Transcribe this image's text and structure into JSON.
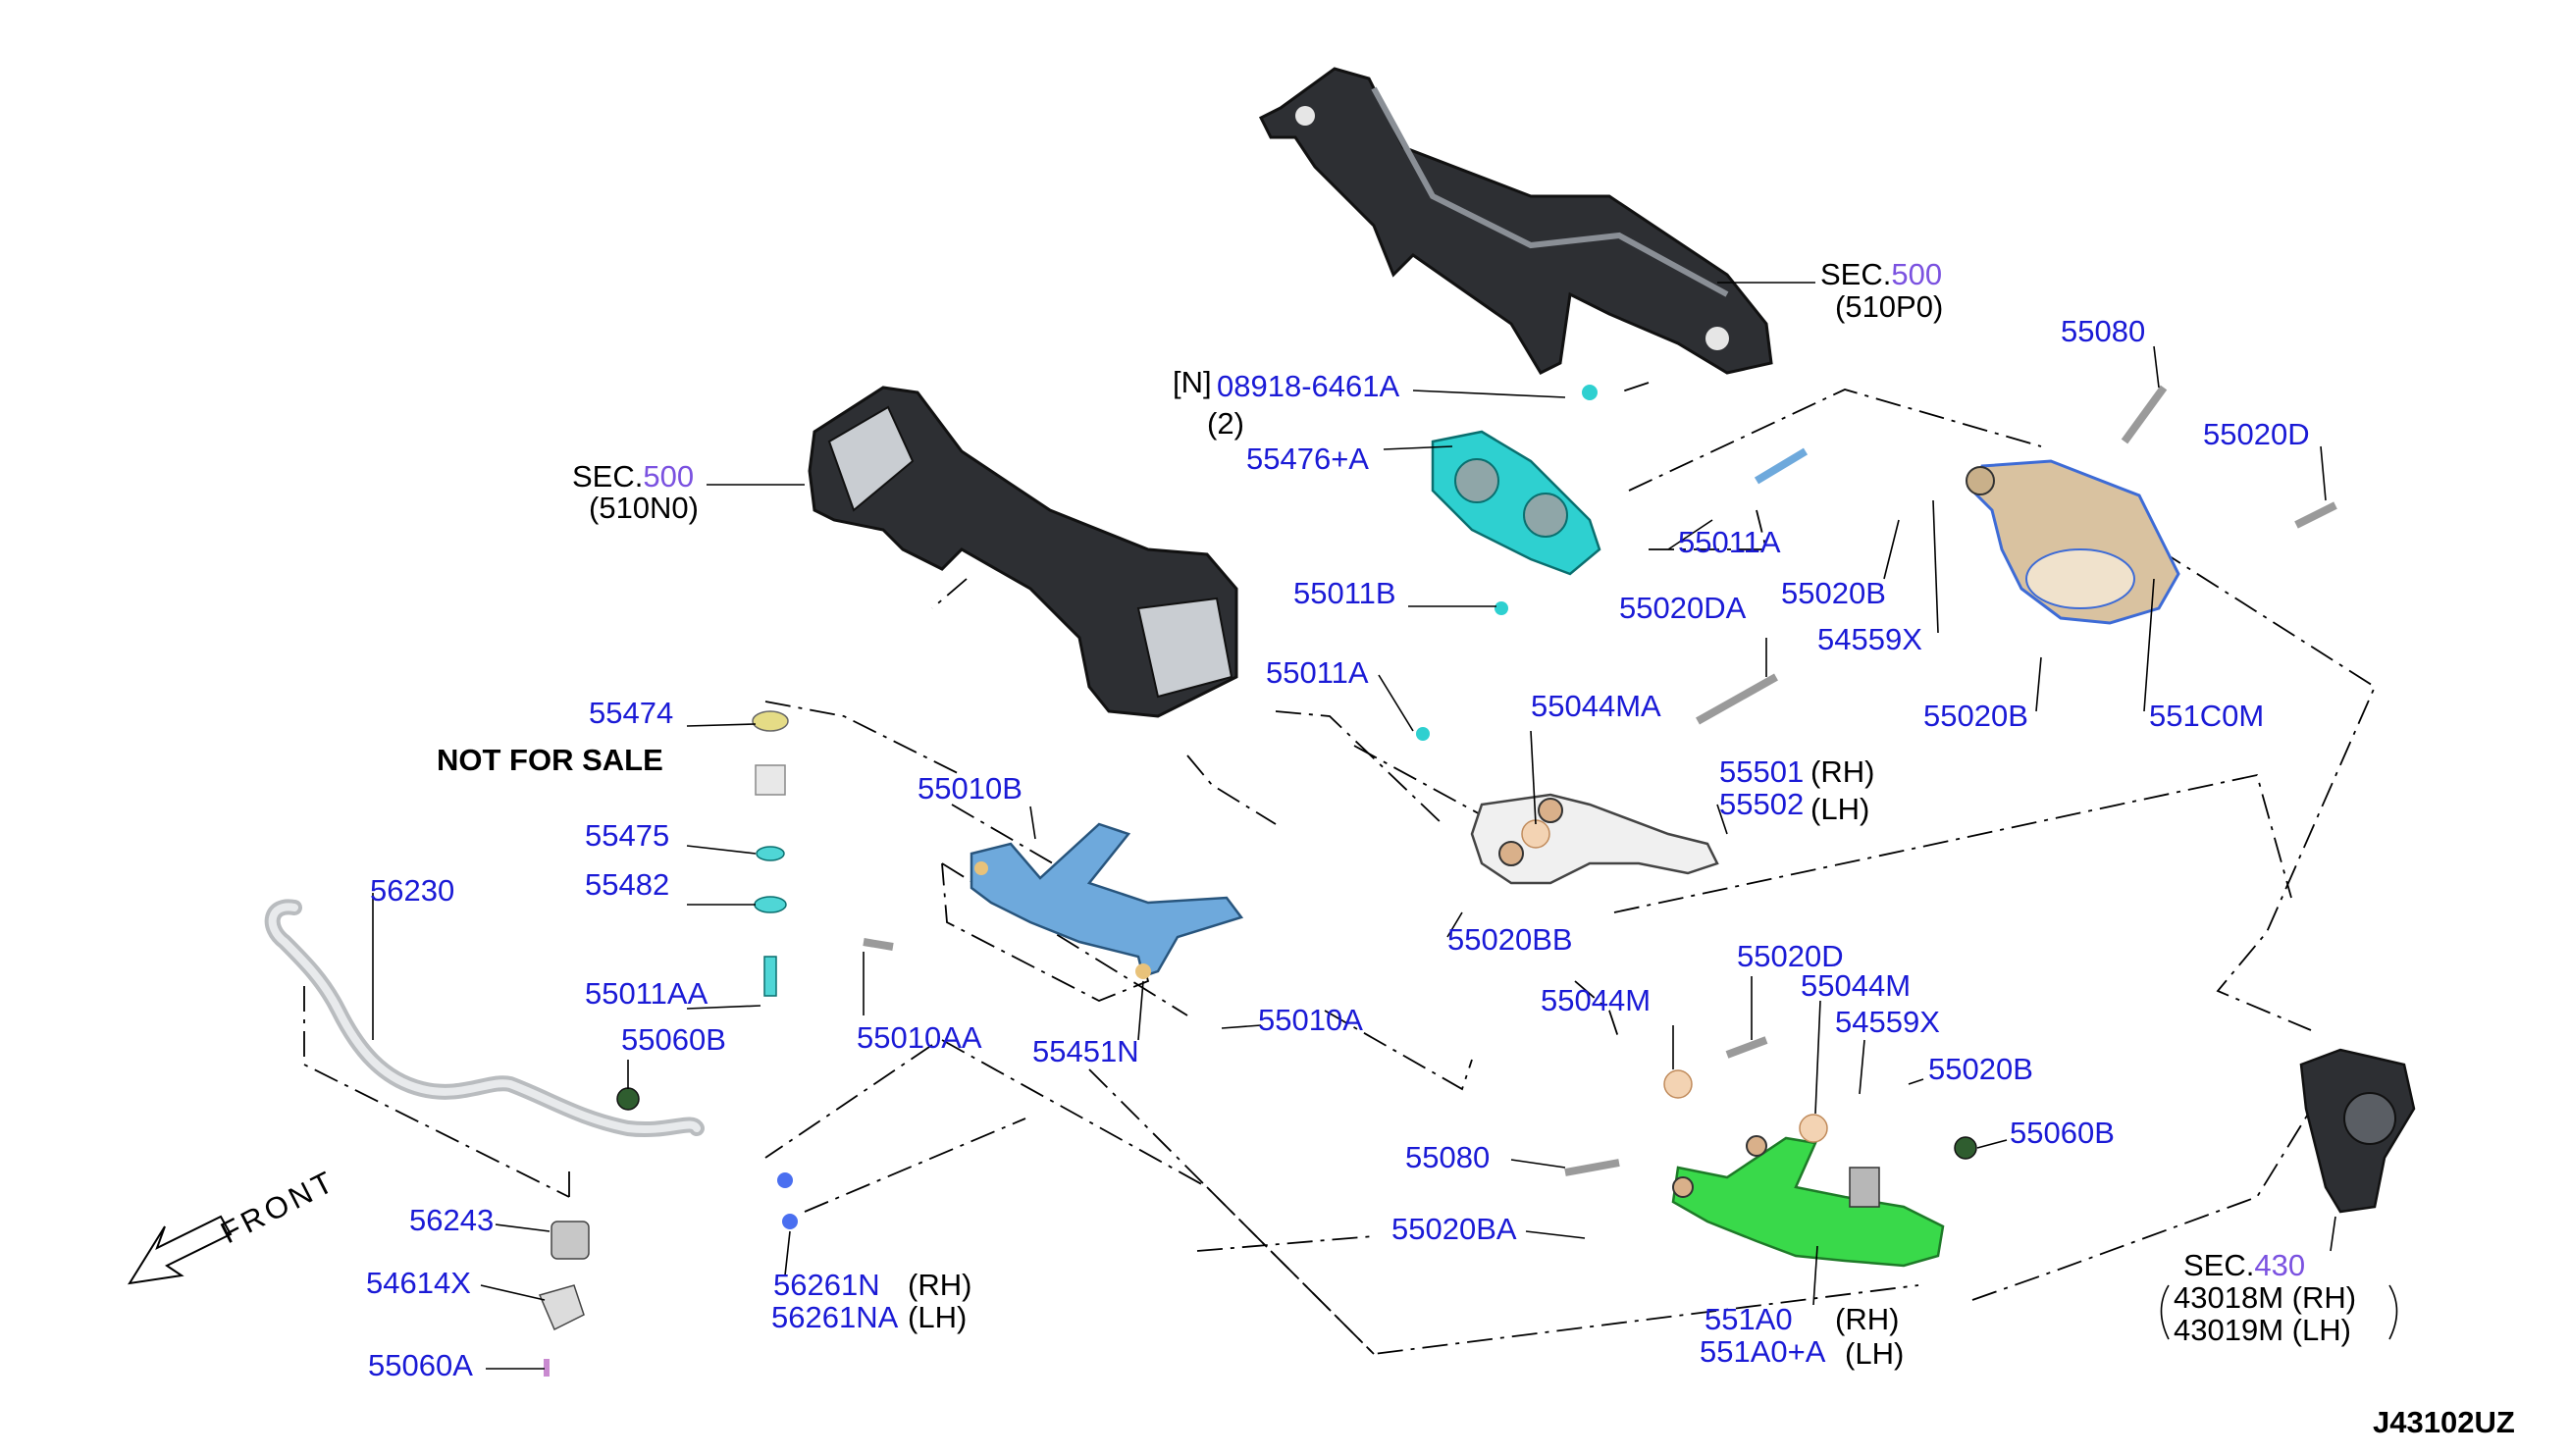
{
  "diagram": {
    "code": "J43102UZ",
    "direction": "FRONT",
    "watermark": "NOT FOR SALE",
    "sections": [
      {
        "prefix": "SEC.",
        "num": "500",
        "sub": "(510P0)"
      },
      {
        "prefix": "SEC.",
        "num": "500",
        "sub": "(510N0)"
      },
      {
        "prefix": "SEC.",
        "num": "430",
        "rh": "43018M (RH)",
        "lh": "43019M (LH)"
      }
    ],
    "callouts": {
      "c08918": "08918-6461A",
      "n_tag": "[N]",
      "qty2": "(2)",
      "c55476A": "55476+A",
      "c55011A_1": "55011A",
      "c55011B": "55011B",
      "c55011A_2": "55011A",
      "c55080_1": "55080",
      "c55020D_1": "55020D",
      "c55020B_1": "55020B",
      "c54559X_1": "54559X",
      "c55020B_2": "55020B",
      "c551C0M": "551C0M",
      "c55020DA": "55020DA",
      "c55044MA": "55044MA",
      "c55501": "55501",
      "c55502": "55502",
      "rh": "(RH)",
      "lh": "(LH)",
      "c55020BB": "55020BB",
      "c55474": "55474",
      "c55475": "55475",
      "c55482": "55482",
      "c55011AA": "55011AA",
      "c55060B_1": "55060B",
      "c55010B": "55010B",
      "c55010AA": "55010AA",
      "c55451N": "55451N",
      "c55010A": "55010A",
      "c56230": "56230",
      "c56243": "56243",
      "c54614X": "54614X",
      "c55060A": "55060A",
      "c56261N": "56261N",
      "c56261NA": "56261NA",
      "c55044M_1": "55044M",
      "c55020D_2": "55020D",
      "c55044M_2": "55044M",
      "c54559X_2": "54559X",
      "c55020B_3": "55020B",
      "c55060B_2": "55060B",
      "c55080_2": "55080",
      "c55020BA": "55020BA",
      "c551A0": "551A0",
      "c551A0A": "551A0+A"
    }
  }
}
